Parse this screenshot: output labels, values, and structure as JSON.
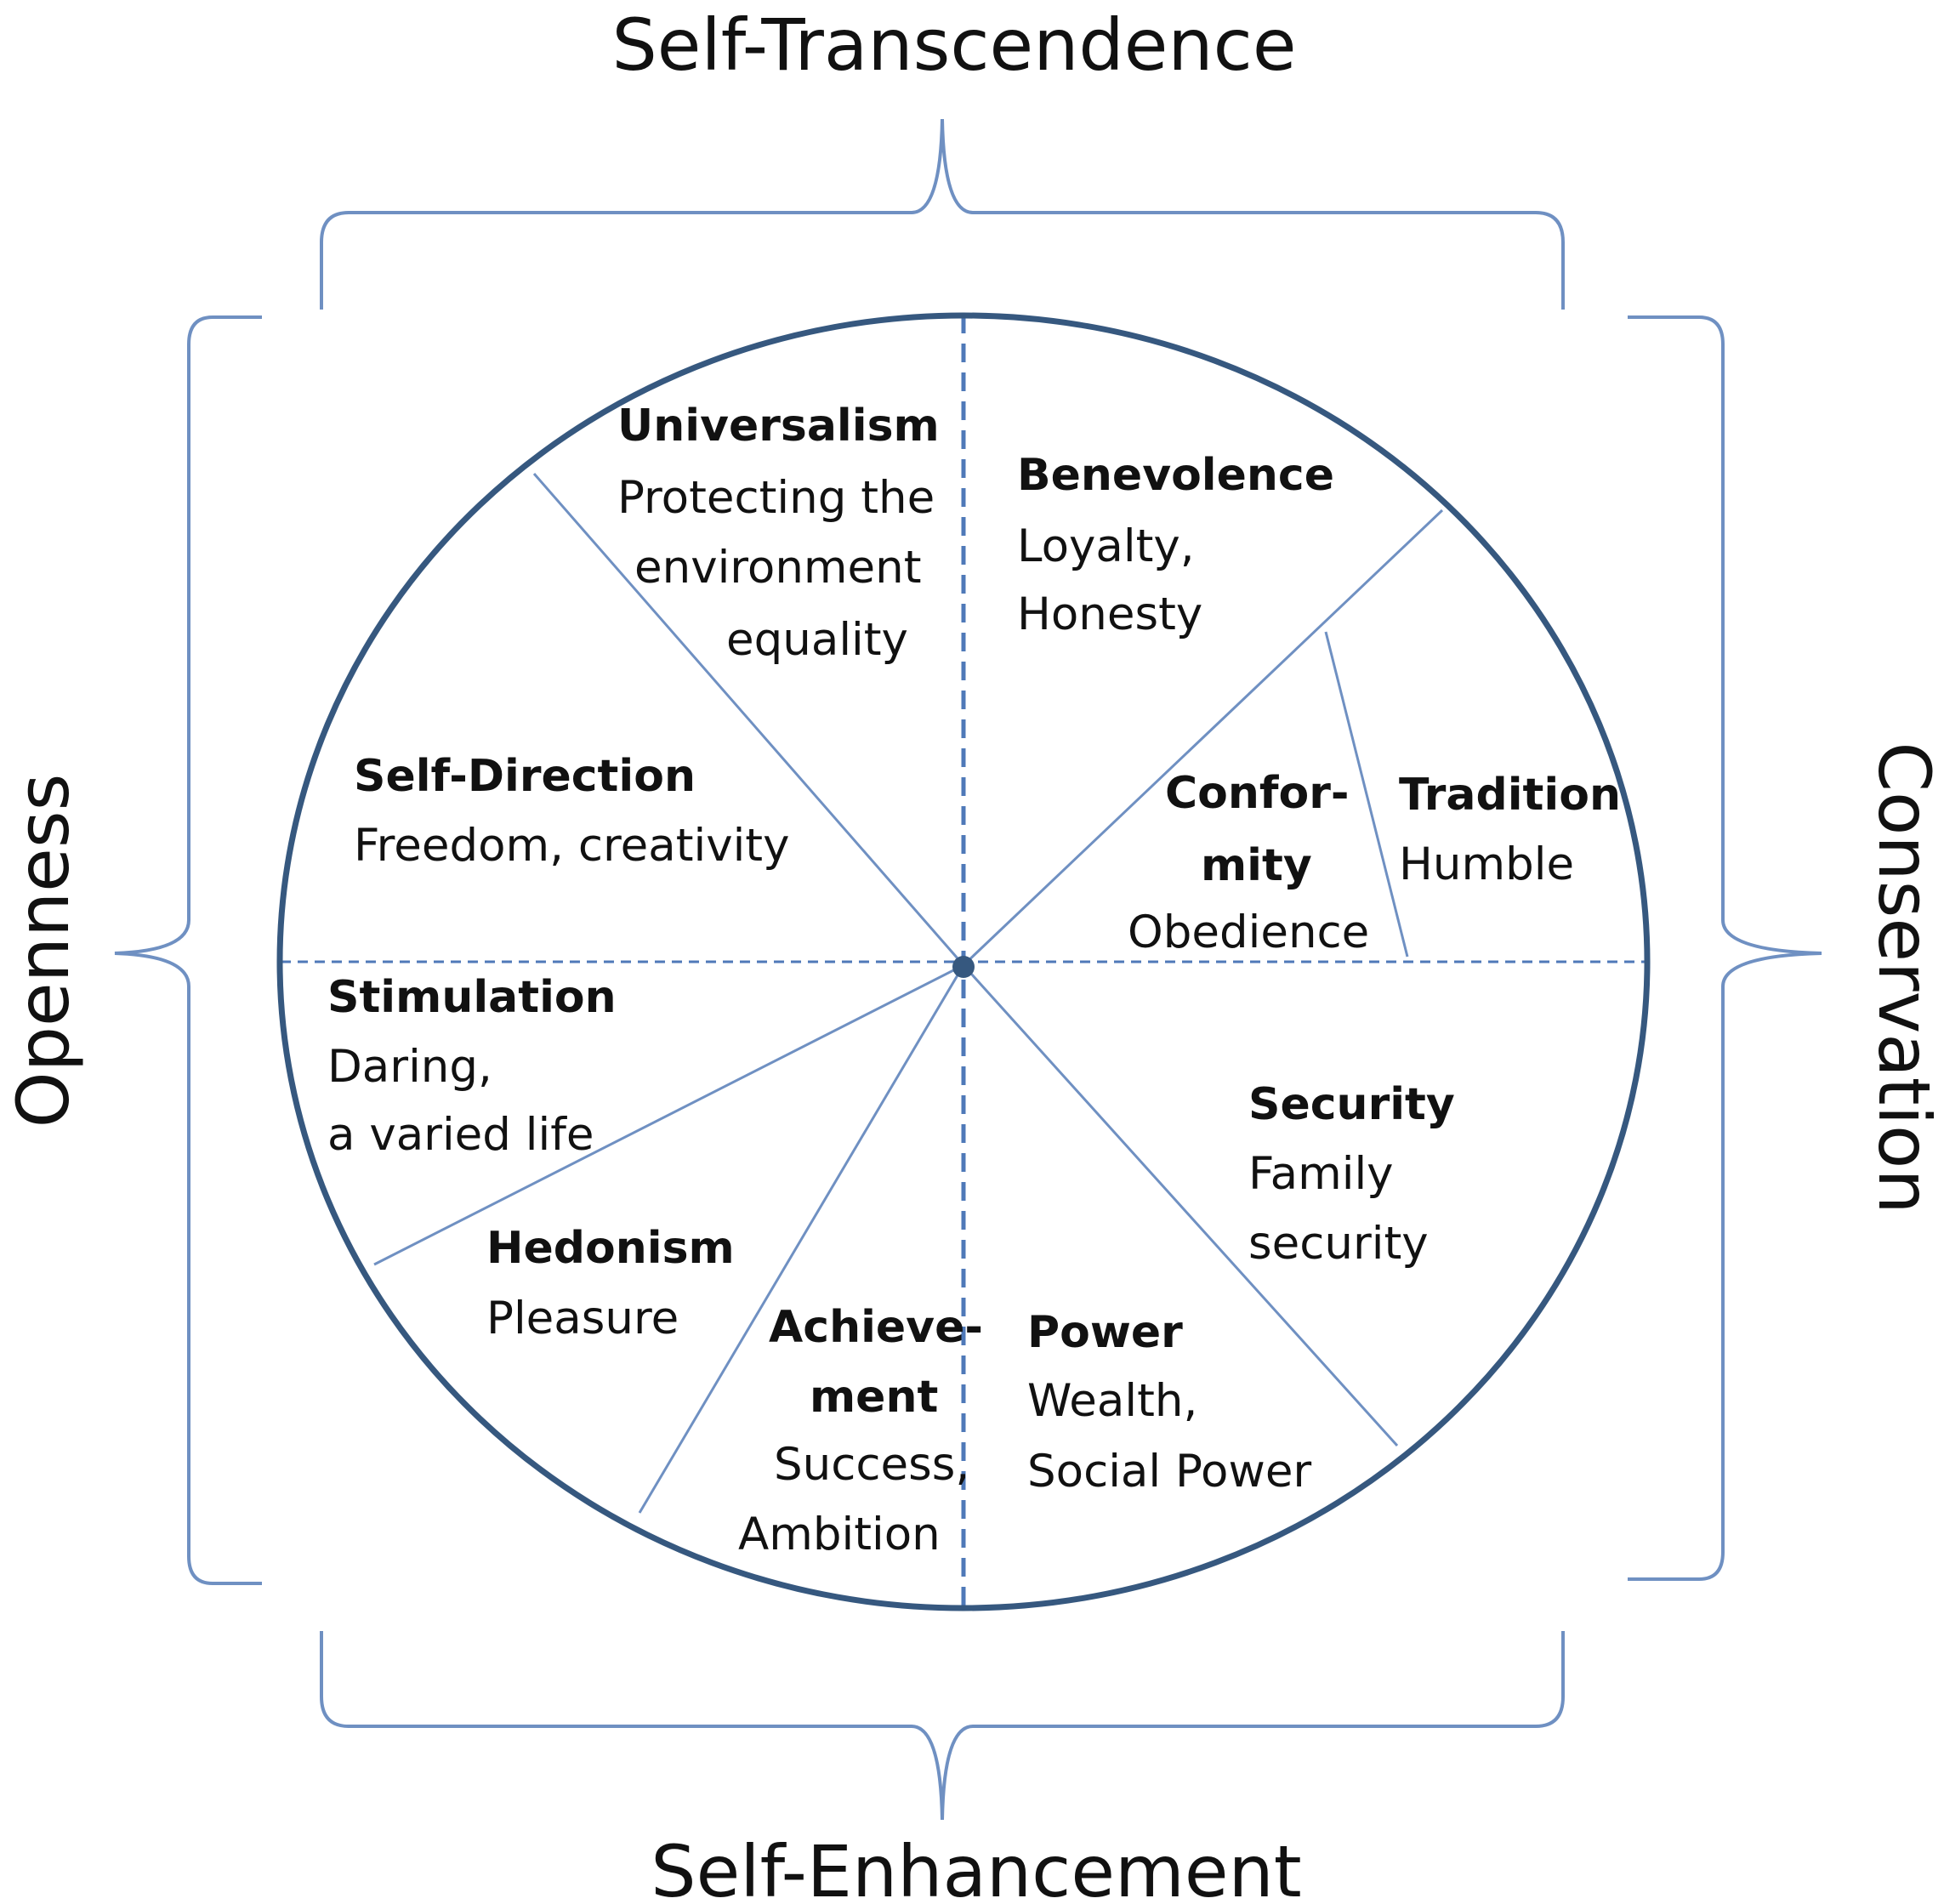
{
  "colors": {
    "circle": "#36587f",
    "lines": "#6f90c2",
    "axis": "#4f79b8",
    "brackets": "#6f90c2",
    "text": "#111111"
  },
  "dimensions": {
    "top": "Self-Transcendence",
    "bottom": "Self-Enhancement",
    "left": "Openness",
    "right": "Conservation"
  },
  "values": {
    "universalism": {
      "name": "Universalism",
      "desc": [
        "Protecting the",
        "environment",
        "equality"
      ]
    },
    "benevolence": {
      "name": "Benevolence",
      "desc": [
        "Loyalty,",
        "Honesty"
      ]
    },
    "conformity": {
      "name": [
        "Confor-",
        "mity"
      ],
      "desc": [
        "Obedience"
      ]
    },
    "tradition": {
      "name": "Tradition",
      "desc": [
        "Humble"
      ]
    },
    "self_direction": {
      "name": "Self-Direction",
      "desc": [
        "Freedom, creativity"
      ]
    },
    "stimulation": {
      "name": "Stimulation",
      "desc": [
        "Daring,",
        "a varied life"
      ]
    },
    "hedonism": {
      "name": "Hedonism",
      "desc": [
        "Pleasure"
      ]
    },
    "achievement": {
      "name": [
        "Achieve-",
        "ment"
      ],
      "desc": [
        "Success,",
        "Ambition"
      ]
    },
    "power": {
      "name": "Power",
      "desc": [
        "Wealth,",
        "Social Power"
      ]
    },
    "security": {
      "name": "Security",
      "desc": [
        "Family",
        "security"
      ]
    }
  }
}
